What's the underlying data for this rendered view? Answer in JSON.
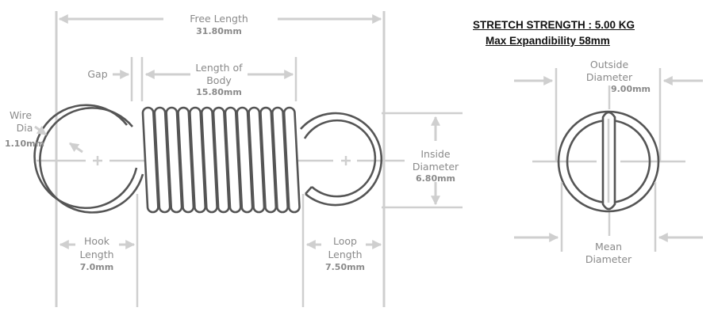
{
  "specs": {
    "stretch_strength": "STRETCH STRENGTH : 5.00 KG",
    "max_expandability": "Max Expandibility 58mm"
  },
  "side_view": {
    "free_length": {
      "label": "Free Length",
      "value": "31.80mm"
    },
    "gap": {
      "label": "Gap"
    },
    "body_length": {
      "label_line1": "Length of",
      "label_line2": "Body",
      "value": "15.80mm"
    },
    "wire_dia": {
      "label_line1": "Wire",
      "label_line2": "Dia",
      "value": "1.10mm"
    },
    "inside_diameter": {
      "label_line1": "Inside",
      "label_line2": "Diameter",
      "value": "6.80mm"
    },
    "hook_length": {
      "label_line1": "Hook",
      "label_line2": "Length",
      "value": "7.0mm"
    },
    "loop_length": {
      "label_line1": "Loop",
      "label_line2": "Length",
      "value": "7.50mm"
    },
    "coil_count": 13
  },
  "end_view": {
    "outside_diameter": {
      "label_line1": "Outside",
      "label_line2": "Diameter",
      "value": "9.00mm"
    },
    "mean_diameter": {
      "label_line1": "Mean",
      "label_line2": "Diameter"
    }
  },
  "colors": {
    "dimension_lines": "#cfcfcf",
    "wire": "#555555",
    "label_text": "#8a8a8a",
    "spec_text": "#111111"
  }
}
